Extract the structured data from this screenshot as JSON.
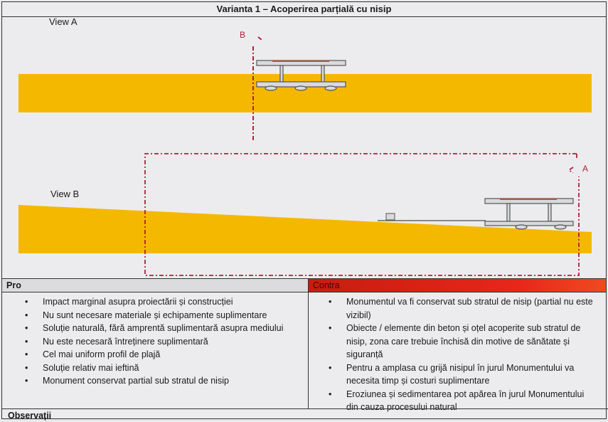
{
  "title": "Varianta 1 – Acoperirea parțială cu nisip",
  "drawing": {
    "view_a_label": "View A",
    "view_b_label": "View B",
    "section_b_label": "B",
    "section_a_label": "A",
    "sand_color": "#f5b800",
    "section_line_color": "#b0203a"
  },
  "pro": {
    "header": "Pro",
    "items": [
      "Impact marginal asupra proiectării și construcției",
      "Nu sunt necesare materiale și echipamente suplimentare",
      "Soluție naturală, fără amprentă suplimentară asupra mediului",
      "Nu este necesară întreținere suplimentară",
      "Cel mai uniform profil de plajă",
      "Soluție relativ mai ieftină",
      "Monument conservat partial sub stratul de nisip"
    ]
  },
  "contra": {
    "header": "Contra",
    "header_color": "#e8261a",
    "items": [
      "Monumentul va fi conservat sub stratul de nisip (partial nu este vizibil)",
      "Obiecte / elemente din beton și oțel acoperite sub stratul de nisip, zona care trebuie închisă din motive de sănătate și siguranță",
      "Pentru a amplasa cu grijă nisipul în jurul Monumentului va necesita timp și costuri suplimentare",
      "Eroziunea și sedimentarea pot apărea în jurul Monumentului din cauza procesului natural"
    ]
  },
  "observations_label": "Observații"
}
